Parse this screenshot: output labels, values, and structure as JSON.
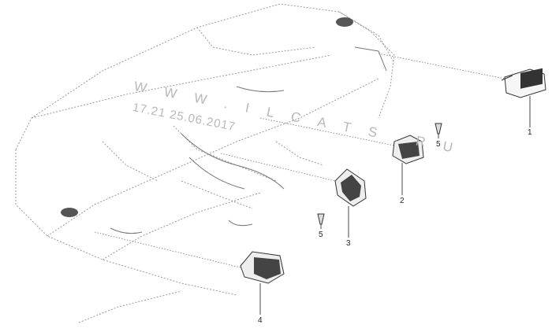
{
  "watermark": {
    "line1": "W W W . I L C A T S . R U",
    "line2": "17.21 25.06.2017"
  },
  "callouts": [
    {
      "label": "1",
      "name": "callout-1"
    },
    {
      "label": "2",
      "name": "callout-2"
    },
    {
      "label": "3",
      "name": "callout-3"
    },
    {
      "label": "4",
      "name": "callout-4"
    },
    {
      "label": "5",
      "name": "callout-5a"
    },
    {
      "label": "5",
      "name": "callout-5b"
    }
  ]
}
